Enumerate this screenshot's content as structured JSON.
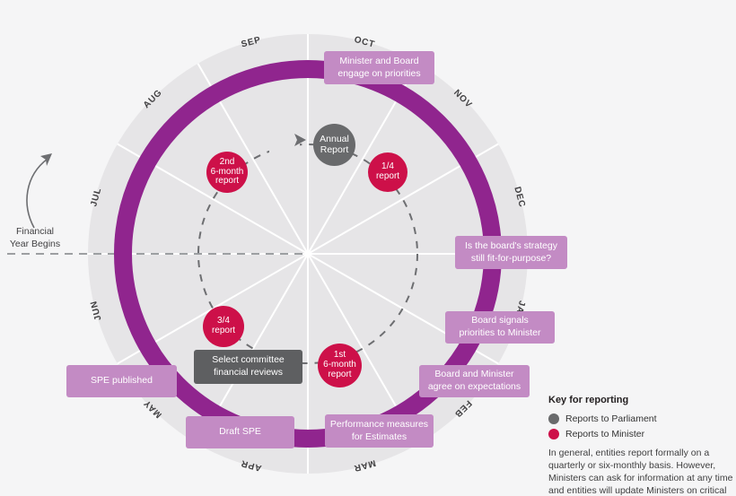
{
  "diagram": {
    "months": [
      "OCT",
      "NOV",
      "DEC",
      "JAN",
      "FEB",
      "MAR",
      "APR",
      "MAY",
      "JUN",
      "JUL",
      "AUG",
      "SEP"
    ],
    "annotation_left": "Financial\nYear Begins",
    "badges": {
      "annual_report": "Annual\nReport",
      "quarter_report": "1/4\nreport",
      "second_6_month": "2nd\n6-month\nreport",
      "three_quarter_report": "3/4\nreport",
      "first_6_month": "1st\n6-month\nreport"
    },
    "callouts": {
      "minister_board": "Minister and Board\nengage on priorities",
      "strategy": "Is the board's strategy\nstill fit-for-purpose?",
      "board_signals": "Board signals\npriorities to Minister",
      "board_minister": "Board and Minister\nagree on expectations",
      "performance": "Performance measures\nfor Estimates",
      "draft_spe": "Draft SPE",
      "spe_published": "SPE published",
      "select_committee": "Select committee\nfinancial reviews"
    }
  },
  "key": {
    "title": "Key for reporting",
    "items": [
      {
        "label": "Reports to Parliament",
        "color": "#696a6c"
      },
      {
        "label": "Reports to Minister",
        "color": "#cd1049"
      }
    ],
    "note": "In general, entities report formally on a quarterly or six-monthly basis. However, Ministers can ask for information at any time and entities will update Ministers on critical issues as they occur."
  },
  "colors": {
    "ring": "#90258e",
    "callout_bg": "#c38bc4",
    "report_to_minister": "#cd1049",
    "report_to_parliament": "#696a6c",
    "select_committee_bg": "#5e5f61",
    "disc_bg": "#e6e5e7",
    "page_bg": "#f5f5f6"
  }
}
